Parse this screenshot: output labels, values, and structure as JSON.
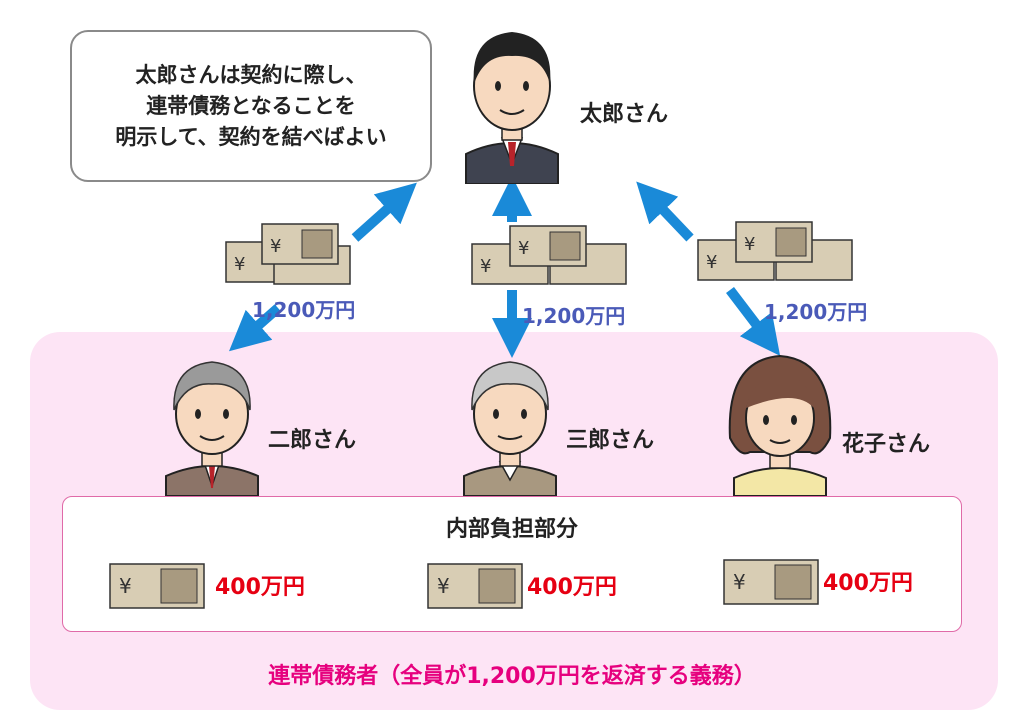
{
  "speech_bubble": {
    "text": "太郎さんは契約に際し、\n連帯債務となることを\n明示して、契約を結べばよい"
  },
  "people": {
    "taro": {
      "name": "太郎さん"
    },
    "jiro": {
      "name": "二郎さん"
    },
    "saburo": {
      "name": "三郎さん"
    },
    "hanako": {
      "name": "花子さん"
    }
  },
  "loans": {
    "jiro_amount": "1,200万円",
    "saburo_amount": "1,200万円",
    "hanako_amount": "1,200万円"
  },
  "internal_share": {
    "title": "内部負担部分",
    "jiro_share": "400万円",
    "saburo_share": "400万円",
    "hanako_share": "400万円"
  },
  "footer": {
    "caption": "連帯債務者（全員が1,200万円を返済する義務）"
  },
  "colors": {
    "arrow": "#1a8ad8",
    "pink_zone": "#fde4f5",
    "share_red": "#e60012",
    "footer_magenta": "#e6007e",
    "amount_blue": "#4a5ab8"
  }
}
